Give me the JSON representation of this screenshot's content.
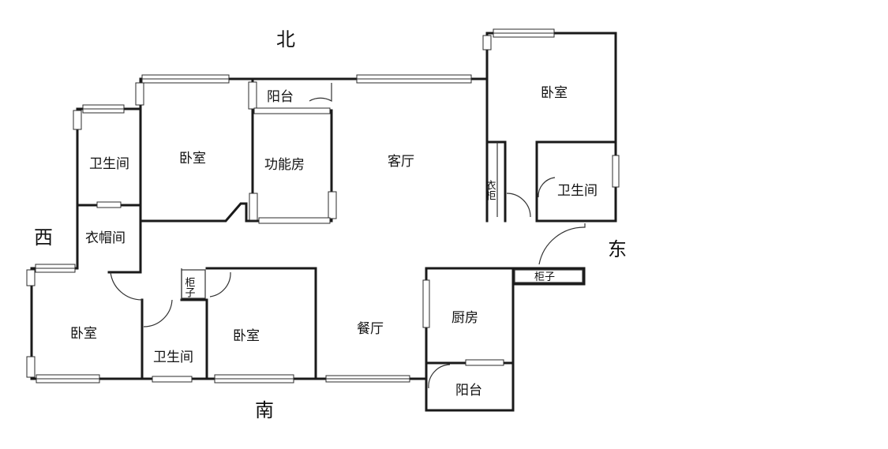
{
  "directions": {
    "north": "北",
    "south": "南",
    "west": "西",
    "east": "东"
  },
  "rooms": {
    "balcony_top": "阳台",
    "living_room": "客厅",
    "bedroom_ne": "卧室",
    "wardrobe_ne": "衣柜",
    "bathroom_ne": "卫生间",
    "bedroom_nw": "卧室",
    "bathroom_w": "卫生间",
    "cloakroom": "衣帽间",
    "function_room": "功能房",
    "bedroom_sw": "卧室",
    "cabinet_mid": "柜子",
    "bathroom_s": "卫生间",
    "bedroom_s": "卧室",
    "dining_room": "餐厅",
    "kitchen": "厨房",
    "balcony_se": "阳台",
    "cabinet_e": "柜子"
  }
}
